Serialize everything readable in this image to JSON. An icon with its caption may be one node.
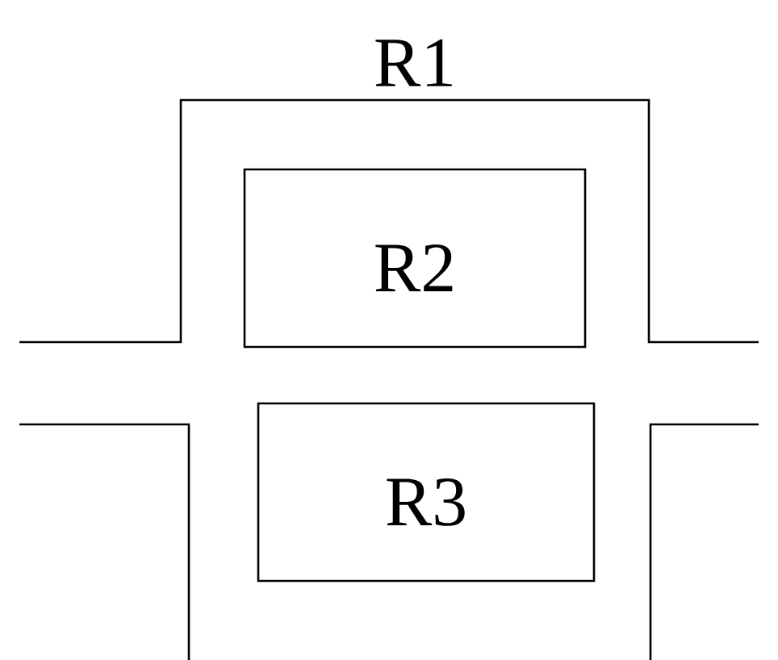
{
  "diagram": {
    "nodes": [
      {
        "text": [
          "R1"
        ]
      },
      {
        "text": [
          "R2"
        ],
        "in": 0
      },
      {
        "text": [
          "R3"
        ]
      }
    ]
  }
}
